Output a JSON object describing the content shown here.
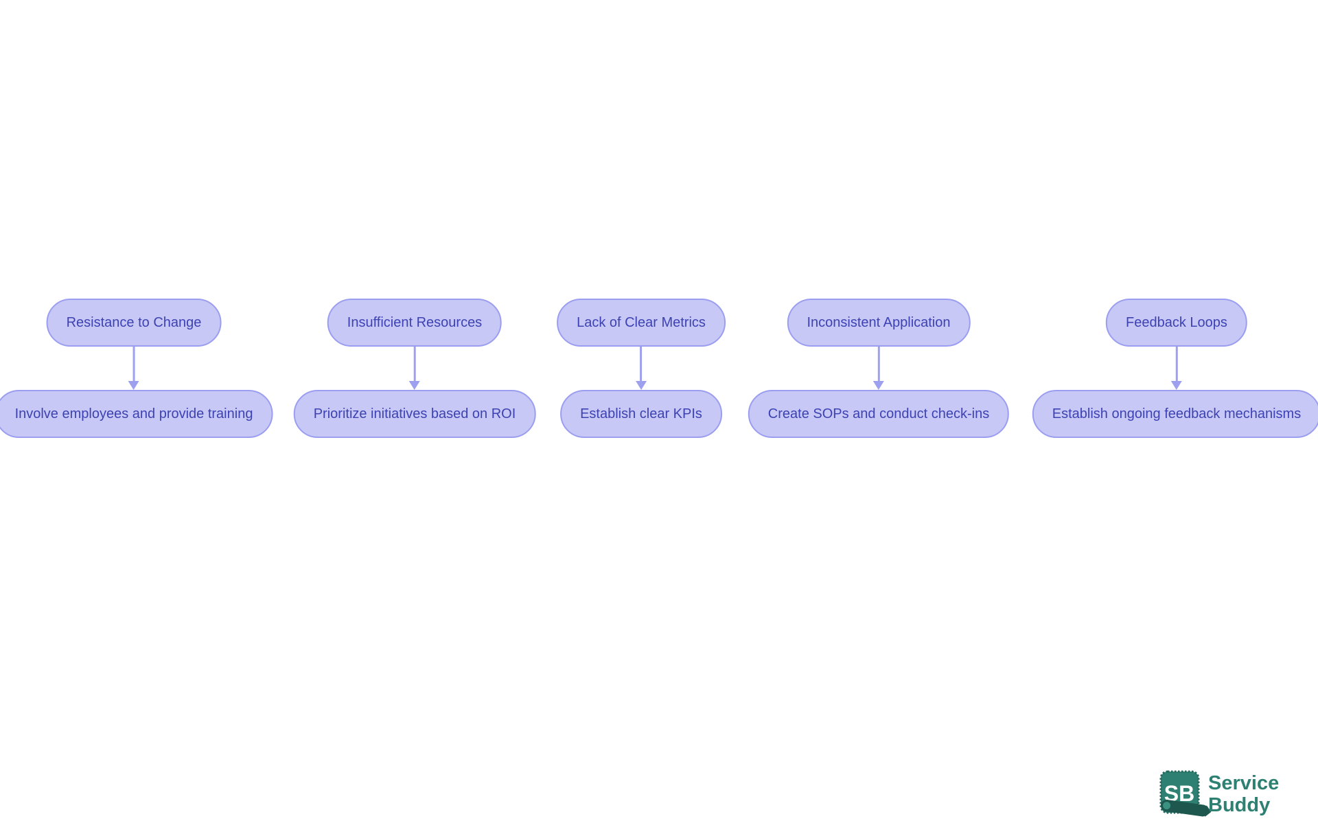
{
  "diagram": {
    "description": "Five challenge-to-solution flow pairs",
    "node_fill": "#c7c8f5",
    "node_border": "#9b9ef0",
    "node_text_color": "#3d42b3",
    "arrow_color": "#9ca0ef",
    "pairs": [
      {
        "challenge": "Resistance to Change",
        "solution": "Involve employees and provide training"
      },
      {
        "challenge": "Insufficient Resources",
        "solution": "Prioritize initiatives based on ROI"
      },
      {
        "challenge": "Lack of Clear Metrics",
        "solution": "Establish clear KPIs"
      },
      {
        "challenge": "Inconsistent Application",
        "solution": "Create SOPs and conduct check-ins"
      },
      {
        "challenge": "Feedback Loops",
        "solution": "Establish ongoing feedback mechanisms"
      }
    ]
  },
  "logo": {
    "badge_text": "SB",
    "brand_line1": "Service",
    "brand_line2": "Buddy",
    "brand_color": "#2e8172",
    "badge_fill": "#2e8172",
    "roll_color": "#1d574d"
  }
}
